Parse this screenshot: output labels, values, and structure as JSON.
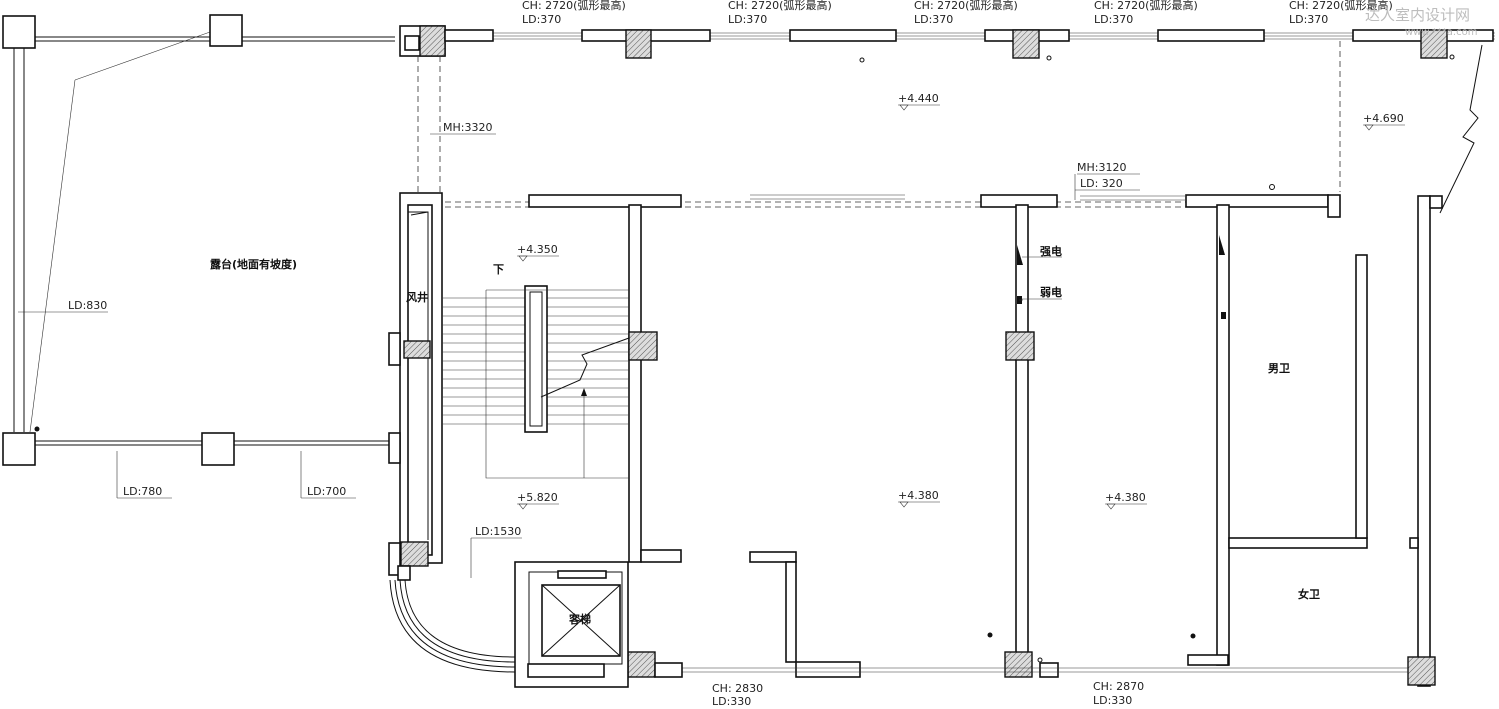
{
  "watermark": {
    "brand": "达人室内设计网",
    "url": "www.***a.com"
  },
  "top_windows": [
    {
      "ch": "CH: 2720(弧形最高)",
      "ld": "LD:370"
    },
    {
      "ch": "CH: 2720(弧形最高)",
      "ld": "LD:370"
    },
    {
      "ch": "CH: 2720(弧形最高)",
      "ld": "LD:370"
    },
    {
      "ch": "CH: 2720(弧形最高)",
      "ld": "LD:370"
    },
    {
      "ch": "CH: 2720(弧形最高)",
      "ld": "LD:370"
    }
  ],
  "levels": {
    "main": "+4.440",
    "right": "+4.690",
    "stair_top": "+4.350",
    "stair_bottom": "+5.820",
    "room_center": "+4.380",
    "room_right": "+4.380"
  },
  "dims": {
    "mh_left": "MH:3320",
    "mh_right": "MH:3120",
    "ld_right": "LD:  320",
    "terrace_side": "LD:830",
    "terrace_bottom_left": "LD:780",
    "terrace_bottom_right": "LD:700",
    "stair_ld": "LD:1530",
    "bottom_left_ch": "CH: 2830",
    "bottom_left_ld": "LD:330",
    "bottom_right_ch": "CH: 2870",
    "bottom_right_ld": "LD:330"
  },
  "rooms": {
    "terrace": "露台(地面有坡度)",
    "shaft": "风井",
    "down": "下",
    "elevator": "客梯",
    "strong_power": "强电",
    "weak_power": "弱电",
    "mens": "男卫",
    "womens": "女卫"
  }
}
